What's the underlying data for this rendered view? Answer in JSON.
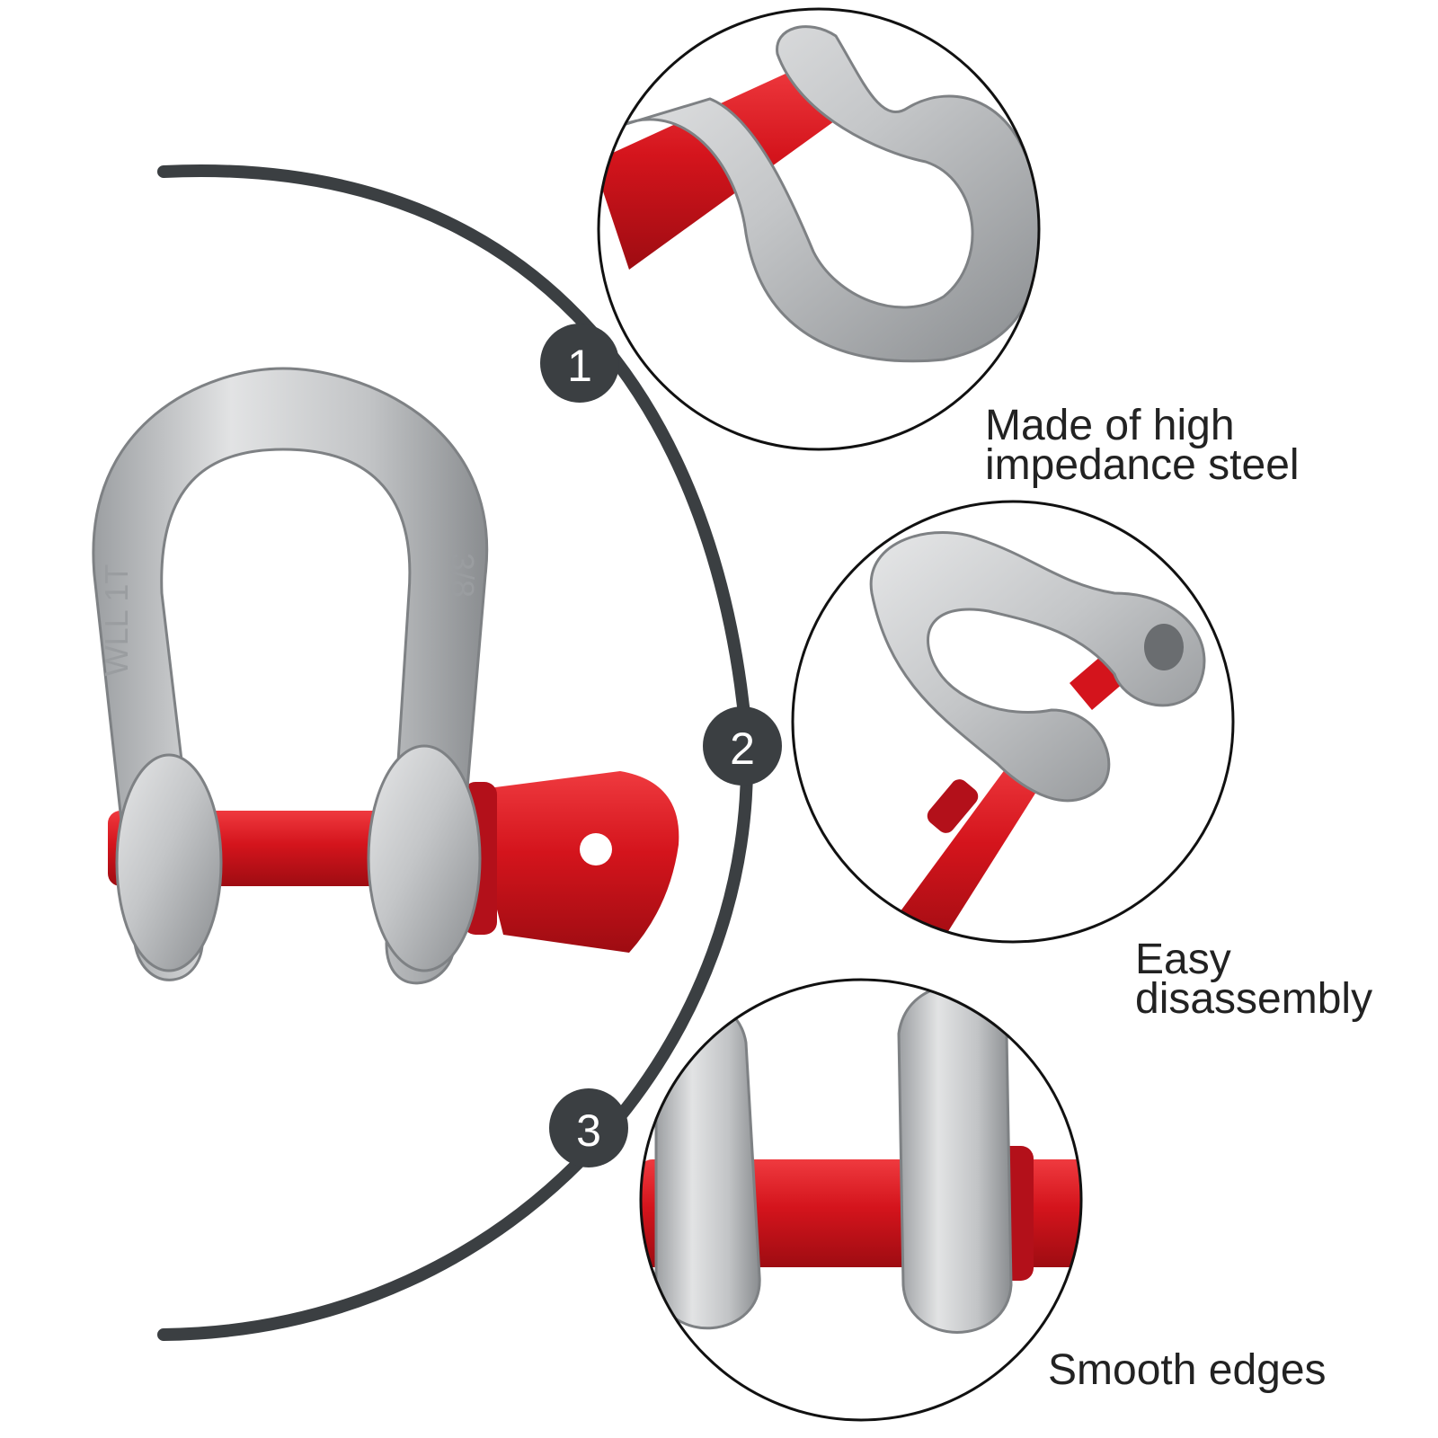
{
  "steps": [
    {
      "number": "1",
      "label_lines": [
        "Made of high",
        "impedance steel"
      ]
    },
    {
      "number": "2",
      "label_lines": [
        "Easy",
        "disassembly"
      ]
    },
    {
      "number": "3",
      "label_lines": [
        "Smooth edges"
      ]
    }
  ],
  "shackle_markings": [
    "WLL 1T",
    "3/8"
  ],
  "colors": {
    "arc": "#3b3f42",
    "steel": "#c9cbcd",
    "steel_dark": "#8e9194",
    "pin_red": "#d4141c",
    "pin_red_dark": "#a30c12",
    "text": "#222222",
    "circle_border": "#111111"
  }
}
